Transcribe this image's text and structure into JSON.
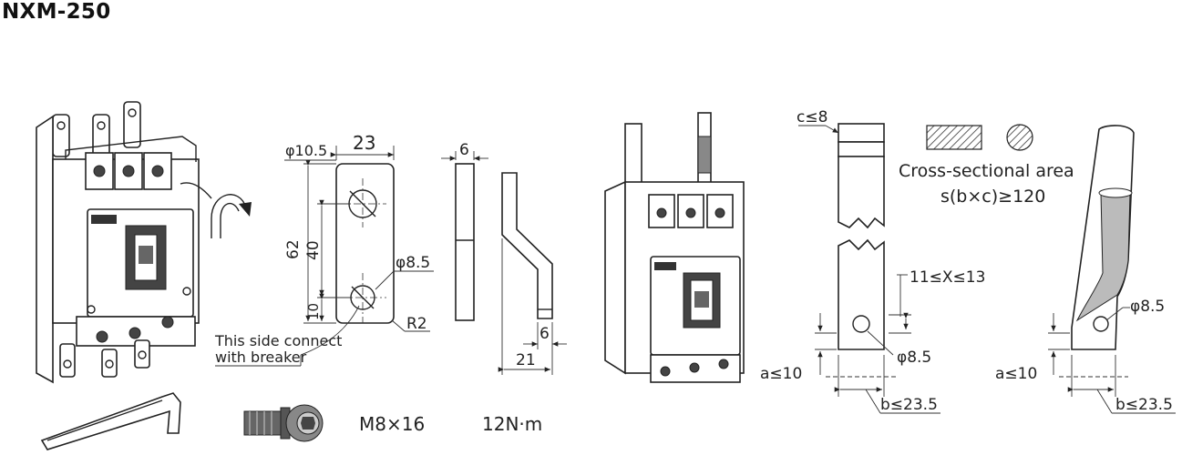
{
  "title": "NXM-250",
  "plate": {
    "hole_top": "φ10.5",
    "width": "23",
    "height_total": "62",
    "hole_spacing": "40",
    "edge_offset": "10",
    "hole_bottom": "φ8.5",
    "radius": "R2",
    "note_line1": "This side connect",
    "note_line2": "with breaker"
  },
  "bar_side": {
    "thickness": "6"
  },
  "bent_bar": {
    "thickness": "6",
    "offset": "21"
  },
  "accessories": {
    "bolt": "M8×16",
    "torque": "12N·m"
  },
  "busbar": {
    "c_label": "c≤8",
    "x_label": "11≤X≤13",
    "hole": "φ8.5",
    "a_label": "a≤10",
    "b_label": "b≤23.5"
  },
  "cross_section": {
    "line1": "Cross-sectional area",
    "line2": "s(b×c)≥120"
  },
  "lug": {
    "hole": "φ8.5",
    "a_label": "a≤10",
    "b_label": "b≤23.5"
  }
}
